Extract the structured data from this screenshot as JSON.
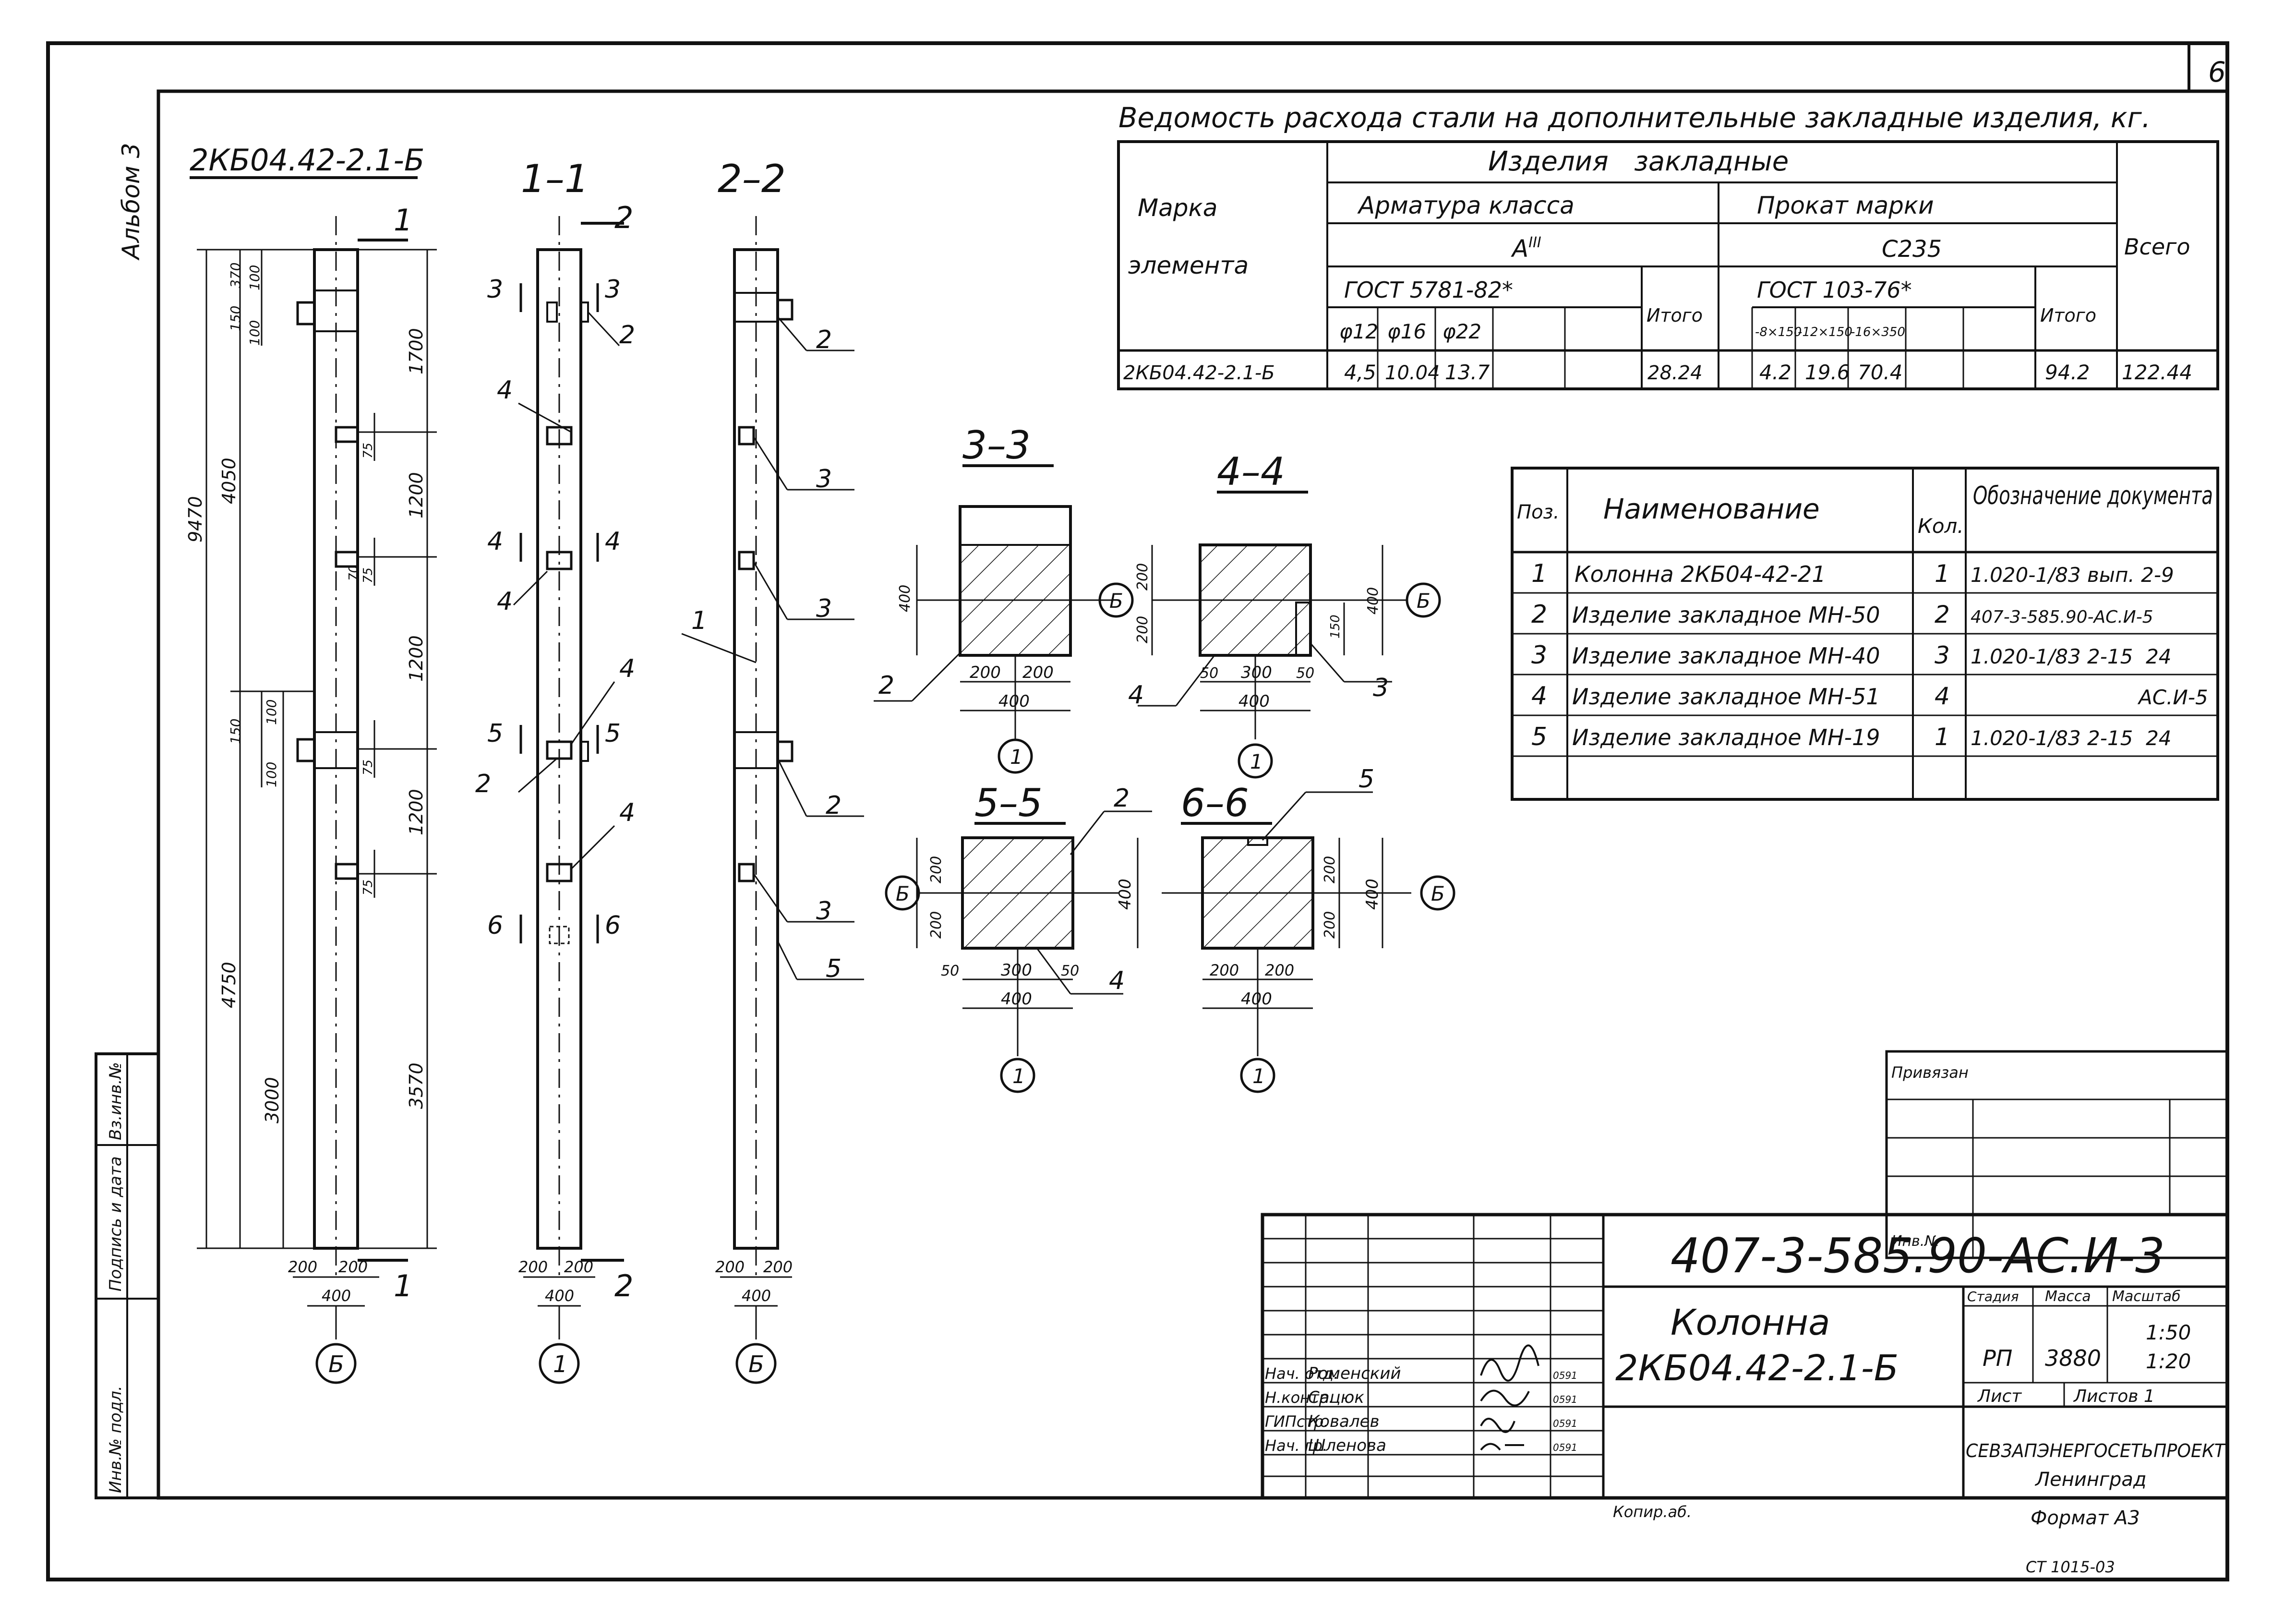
{
  "sheet": {
    "sheet_number": "6",
    "album_label": "Альбом 3",
    "side_stamp": [
      "Инв.№ подл.",
      "Подпись и дата",
      "Вз.инв.№"
    ]
  },
  "views": {
    "main_title": "2КБ04.42-2.1-Б",
    "section_1_title": "1–1",
    "section_2_title": "2–2",
    "cut_1": "1",
    "cut_2": "2",
    "axis_b": "Б",
    "axis_1": "1",
    "dims_main_left": [
      "9470",
      "4050",
      "4750",
      "3000",
      "150",
      "370",
      "100",
      "100",
      "150",
      "100",
      "100"
    ],
    "dims_main_right": [
      "1700",
      "1200",
      "1200",
      "1200",
      "3570",
      "75",
      "75",
      "75",
      "75",
      "70"
    ],
    "dims_bottom": [
      "200",
      "200",
      "400"
    ],
    "section_marks": [
      "3",
      "4",
      "5",
      "6"
    ],
    "callouts": [
      "1",
      "2",
      "3",
      "4",
      "5"
    ]
  },
  "sections": {
    "s33": {
      "title": "3–3",
      "dims": [
        "400",
        "200",
        "200",
        "400"
      ],
      "axis": "Б",
      "axis_bottom": "1",
      "pos": [
        "2"
      ]
    },
    "s44": {
      "title": "4–4",
      "dims": [
        "200",
        "200",
        "400",
        "150",
        "50",
        "300",
        "50",
        "400"
      ],
      "axis": "Б",
      "axis_bottom": "1",
      "pos": [
        "4",
        "3"
      ]
    },
    "s55": {
      "title": "5–5",
      "dims": [
        "200",
        "200",
        "400",
        "50",
        "300",
        "50",
        "400"
      ],
      "axis": "Б",
      "axis_bottom": "1",
      "pos": [
        "2",
        "4"
      ]
    },
    "s66": {
      "title": "6–6",
      "dims": [
        "200",
        "200",
        "400",
        "200",
        "200",
        "400"
      ],
      "axis": "Б",
      "axis_bottom": "1",
      "pos": [
        "5"
      ]
    }
  },
  "steel_table": {
    "title": "Ведомость расхода стали на дополнительные закладные изделия, кг.",
    "col_mark": [
      "Марка",
      "элемента"
    ],
    "group": "Изделия   закладные",
    "rebar_header": "Арматура класса",
    "rebar_class": "А",
    "rebar_class_sup": "III",
    "rebar_gost": "ГОСТ 5781-82*",
    "rebar_cols": [
      "φ12",
      "φ16",
      "φ22"
    ],
    "rolled_header": "Прокат марки",
    "rolled_grade": "С235",
    "rolled_gost": "ГОСТ 103-76*",
    "rolled_cols": [
      "-8×150",
      "-12×150",
      "-16×350"
    ],
    "total_label": "Итого",
    "grand_total_label": "Всего",
    "row": {
      "mark": "2КБ04.42-2.1-Б",
      "rebar": [
        "4,5",
        "10.04",
        "13.7",
        ""
      ],
      "rebar_total": "28.24",
      "rolled": [
        "4.2",
        "19.6",
        "70.4",
        ""
      ],
      "rolled_total": "94.2",
      "grand_total": "122.44"
    }
  },
  "spec_table": {
    "headers": [
      "Поз.",
      "Наименование",
      "Кол.",
      "Обозначение документа"
    ],
    "rows": [
      [
        "1",
        "Колонна 2КБ04-42-21",
        "1",
        "1.020-1/83 вып. 2-9"
      ],
      [
        "2",
        "Изделие закладное МН-50",
        "2",
        "407-3-585.90-АС.И-5"
      ],
      [
        "3",
        "Изделие закладное МН-40",
        "3",
        "1.020-1/83 2-15  24"
      ],
      [
        "4",
        "Изделие закладное МН-51",
        "4",
        "АС.И-5"
      ],
      [
        "5",
        "Изделие закладное МН-19",
        "1",
        "1.020-1/83 2-15  24"
      ],
      [
        "",
        "",
        "",
        ""
      ]
    ]
  },
  "privyazan": {
    "label": "Привязан",
    "inv_label": "Инв.№"
  },
  "title_block": {
    "code": "407-3-585.90-АС.И-3",
    "name_line1": "Колонна",
    "name_line2": "2КБ04.42-2.1-Б",
    "stage_label": "Стадия",
    "mass_label": "Масса",
    "scale_label": "Масштаб",
    "stage": "РП",
    "mass": "3880",
    "scale_1": "1:50",
    "scale_2": "1:20",
    "sheet_label": "Лист",
    "sheets_label": "Листов 1",
    "org": "СЕВЗАПЭНЕРГОСЕТЬПРОЕКТ",
    "city": "Ленинград",
    "format": "Формат А3",
    "kopir": "Копир.аб.",
    "stamp_code": "СТ 1015-03",
    "signatures": [
      {
        "role": "Нач. отд.",
        "name": "Роменский",
        "date": "0591"
      },
      {
        "role": "Н.контр.",
        "name": "Сацюк",
        "date": "0591"
      },
      {
        "role": "ГИПстр.",
        "name": "Ковалев",
        "date": "0591"
      },
      {
        "role": "Нач. гр.",
        "name": "Шленова",
        "date": "0591"
      }
    ]
  }
}
